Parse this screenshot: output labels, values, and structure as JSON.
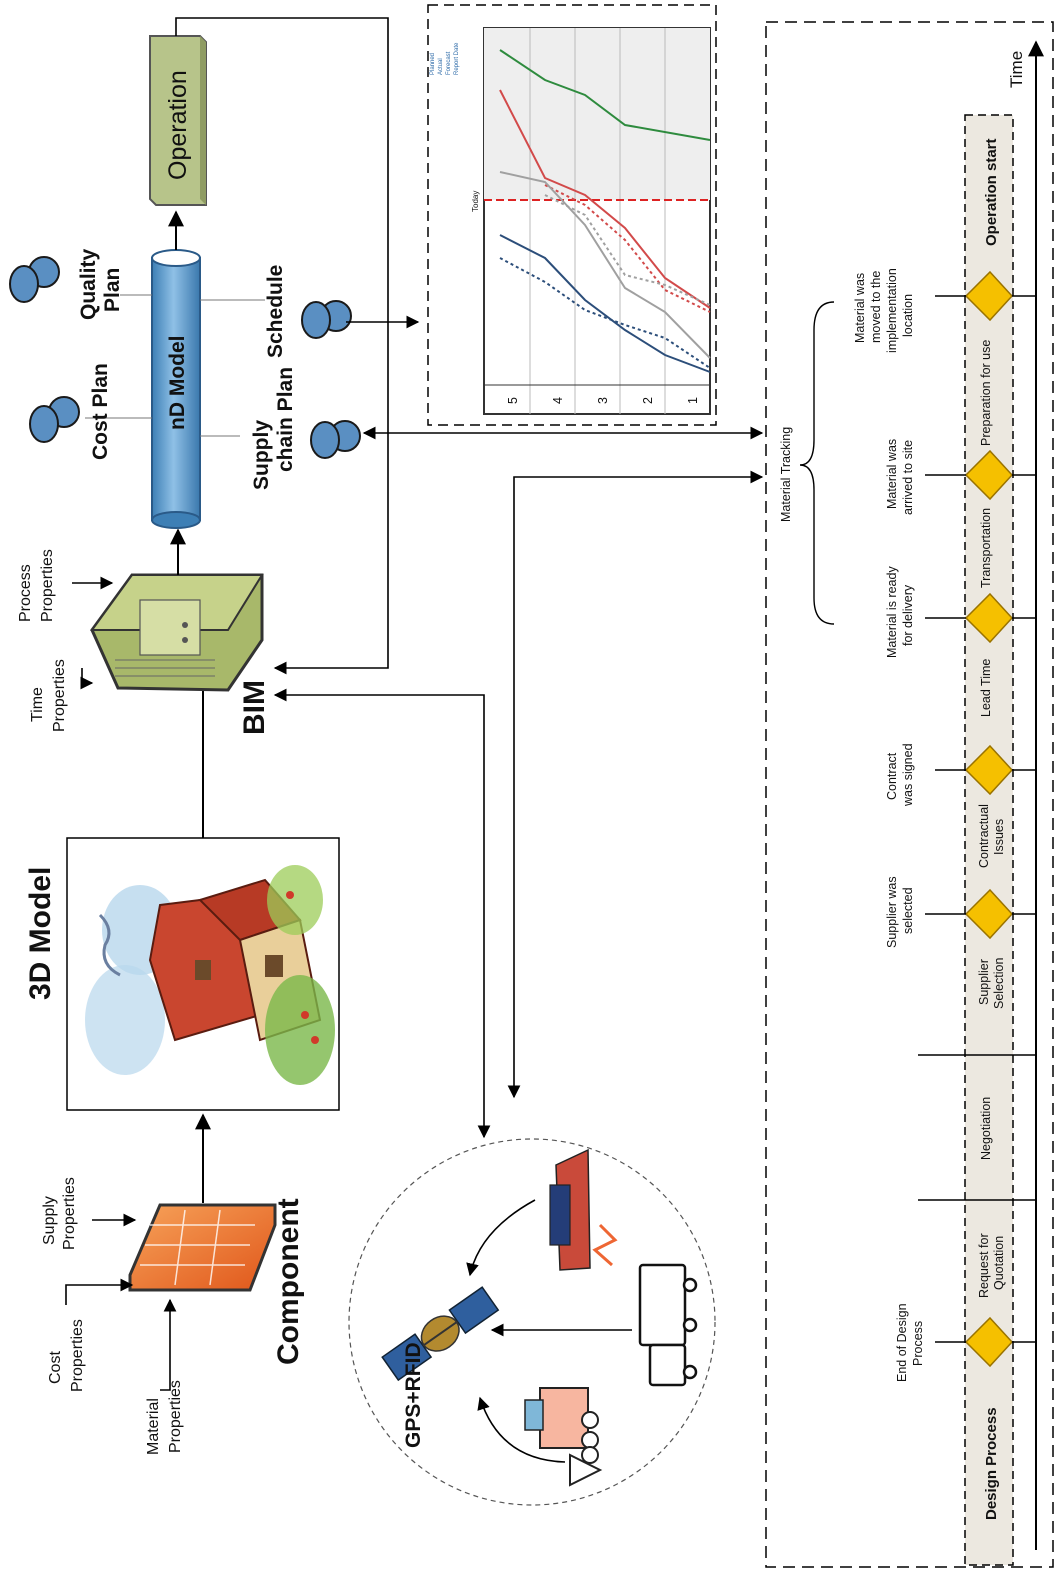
{
  "component": {
    "title": "Component",
    "inputs": [
      {
        "line1": "Supply",
        "line2": "Properties"
      },
      {
        "line1": "Cost",
        "line2": "Properties"
      },
      {
        "line1": "Material",
        "line2": "Properties"
      }
    ]
  },
  "model3d": {
    "title": "3D Model"
  },
  "bim": {
    "title": "BIM",
    "inputs": [
      {
        "line1": "Process",
        "line2": "Properties"
      },
      {
        "line1": "Time",
        "line2": "Properties"
      }
    ]
  },
  "ndmodel": {
    "title": "nD Model"
  },
  "operation": {
    "title": "Operation"
  },
  "plans": [
    {
      "line1": "Quality",
      "line2": "Plan"
    },
    {
      "line1": "Cost Plan",
      "line2": ""
    },
    {
      "line1": "Schedule",
      "line2": ""
    },
    {
      "line1": "Supply",
      "line2": "chain Plan"
    }
  ],
  "gps": {
    "title": "GPS+RFID"
  },
  "chart": {
    "tick_labels": [
      "5",
      "4",
      "3",
      "2",
      "1"
    ],
    "legend": [
      "Planned",
      "Actual",
      "Forecast",
      "Report Date"
    ],
    "series_colors": [
      "#2e8b3e",
      "#d24a4a",
      "#a0a0a0",
      "#2c4e7a"
    ],
    "today_label": "Today"
  },
  "tracking": {
    "label": "Material Tracking"
  },
  "timeline": {
    "axis_label": "Time",
    "phases": [
      "Design Process",
      "Request for Quotation",
      "Negotiation",
      "Supplier Selection",
      "Contractual Issues",
      "Lead Time",
      "Transportation",
      "Preparation for use",
      "Operation start"
    ],
    "milestones": [
      {
        "l1": "End of Design",
        "l2": "Process",
        "l3": ""
      },
      {
        "l1": "Supplier was",
        "l2": "selected",
        "l3": ""
      },
      {
        "l1": "Contract",
        "l2": "was signed",
        "l3": ""
      },
      {
        "l1": "Material is ready",
        "l2": "for delivery",
        "l3": ""
      },
      {
        "l1": "Material was",
        "l2": "arrived to site",
        "l3": ""
      },
      {
        "l1": "Material was",
        "l2": "moved to the",
        "l3": "implementation",
        "l4": "location"
      }
    ]
  }
}
